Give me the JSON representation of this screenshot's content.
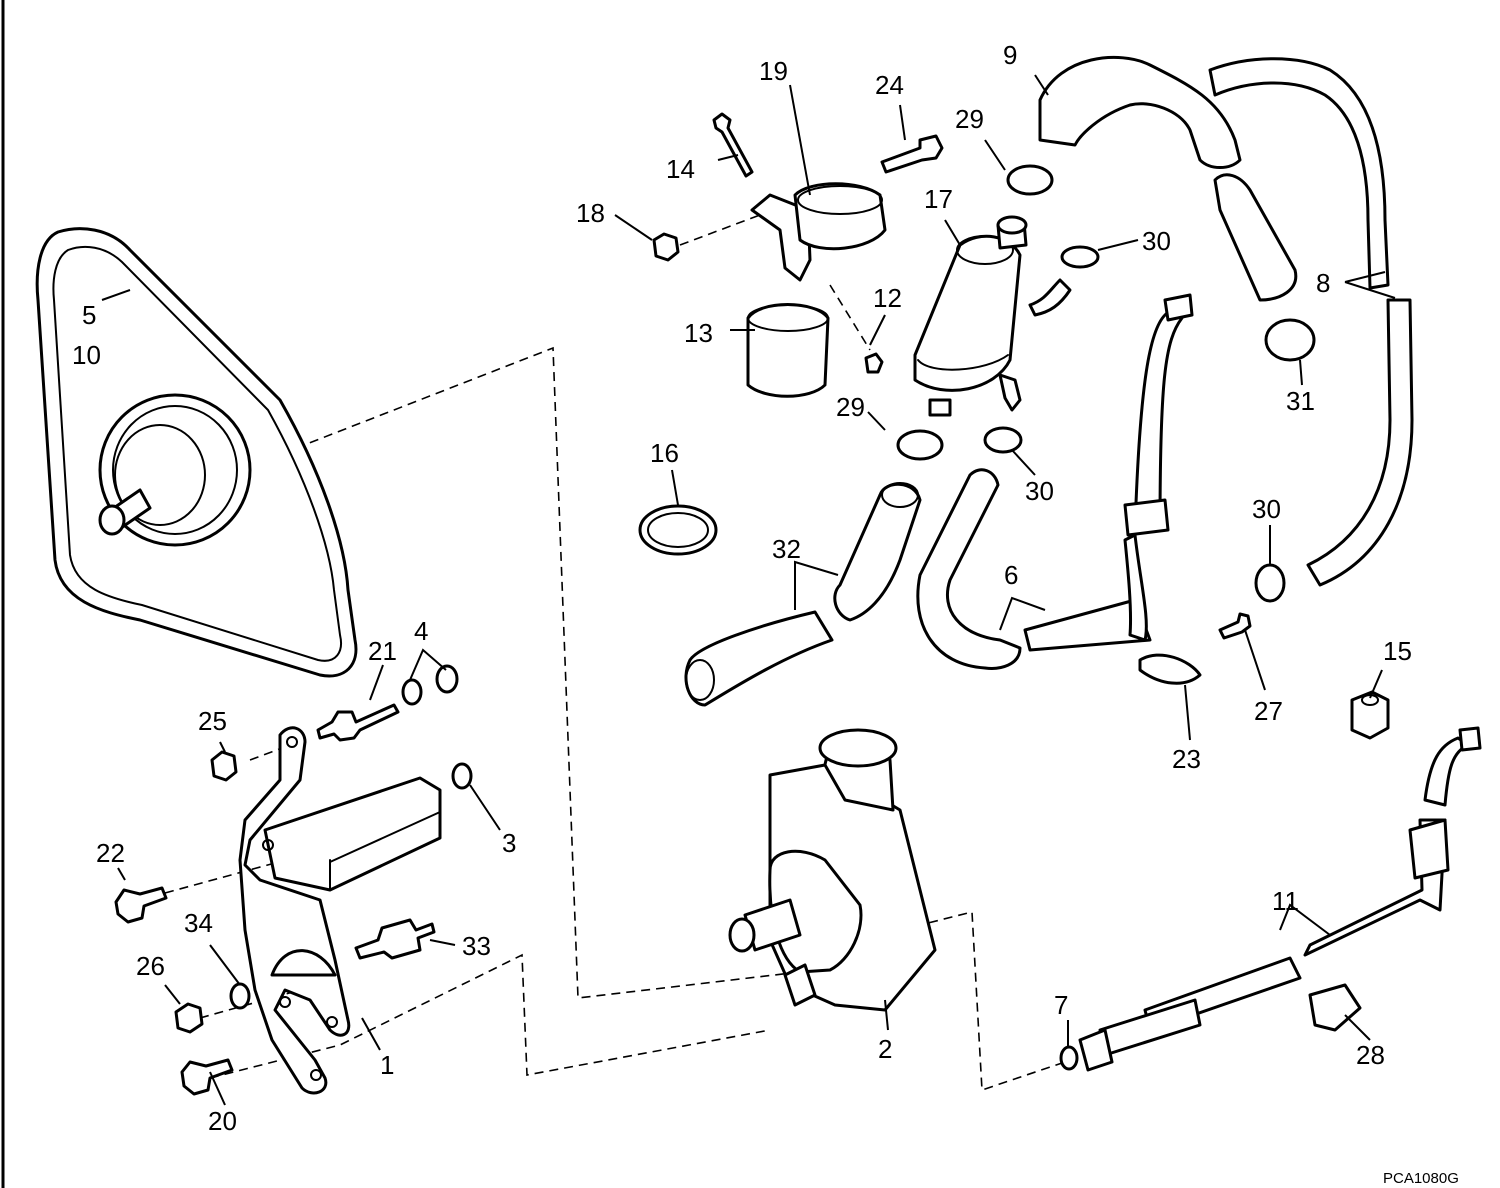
{
  "drawing_code": "PCA1080G",
  "callouts": [
    {
      "id": "c1",
      "text": "1"
    },
    {
      "id": "c2",
      "text": "2"
    },
    {
      "id": "c3",
      "text": "3"
    },
    {
      "id": "c4",
      "text": "4"
    },
    {
      "id": "c5",
      "text": "5"
    },
    {
      "id": "c6",
      "text": "6"
    },
    {
      "id": "c7",
      "text": "7"
    },
    {
      "id": "c8",
      "text": "8"
    },
    {
      "id": "c9",
      "text": "9"
    },
    {
      "id": "c10",
      "text": "10"
    },
    {
      "id": "c11",
      "text": "11"
    },
    {
      "id": "c12",
      "text": "12"
    },
    {
      "id": "c13",
      "text": "13"
    },
    {
      "id": "c14",
      "text": "14"
    },
    {
      "id": "c15",
      "text": "15"
    },
    {
      "id": "c16",
      "text": "16"
    },
    {
      "id": "c17",
      "text": "17"
    },
    {
      "id": "c18",
      "text": "18"
    },
    {
      "id": "c19",
      "text": "19"
    },
    {
      "id": "c20",
      "text": "20"
    },
    {
      "id": "c21",
      "text": "21"
    },
    {
      "id": "c22",
      "text": "22"
    },
    {
      "id": "c23",
      "text": "23"
    },
    {
      "id": "c24",
      "text": "24"
    },
    {
      "id": "c25",
      "text": "25"
    },
    {
      "id": "c26",
      "text": "26"
    },
    {
      "id": "c27",
      "text": "27"
    },
    {
      "id": "c28",
      "text": "28"
    },
    {
      "id": "c29a",
      "text": "29"
    },
    {
      "id": "c29b",
      "text": "29"
    },
    {
      "id": "c30a",
      "text": "30"
    },
    {
      "id": "c30b",
      "text": "30"
    },
    {
      "id": "c30c",
      "text": "30"
    },
    {
      "id": "c31",
      "text": "31"
    },
    {
      "id": "c32",
      "text": "32"
    },
    {
      "id": "c33",
      "text": "33"
    },
    {
      "id": "c34",
      "text": "34"
    }
  ]
}
